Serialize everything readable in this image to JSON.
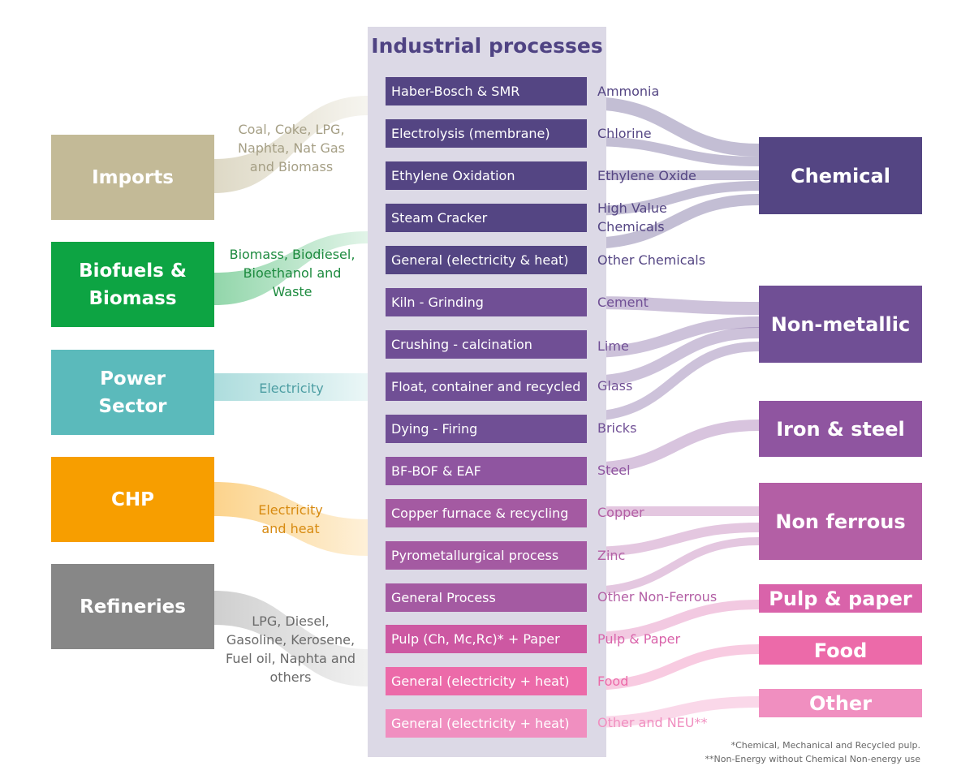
{
  "panel_title": "Industrial processes",
  "sources": [
    {
      "id": "imports",
      "label": "Imports",
      "color": "#c3ba97",
      "flow_label": "Coal, Coke, LPG, Naphta, Nat Gas and Biomass",
      "flow_label_color": "#a59f85"
    },
    {
      "id": "biofuels",
      "label": "Biofuels & Biomass",
      "color": "#0da443",
      "flow_label": "Biomass, Biodiesel, Bioethanol and Waste",
      "flow_label_color": "#1c8a3e"
    },
    {
      "id": "power",
      "label": "Power Sector",
      "color": "#5bbabb",
      "flow_label": "Electricity",
      "flow_label_color": "#4d9ea3"
    },
    {
      "id": "chp",
      "label": "CHP",
      "color": "#f79e00",
      "flow_label": "Electricity and heat",
      "flow_label_color": "#d78a10"
    },
    {
      "id": "refineries",
      "label": "Refineries",
      "color": "#878787",
      "flow_label": "LPG, Diesel, Gasoline, Kerosene, Fuel oil, Naphta and others",
      "flow_label_color": "#6a6a6a"
    }
  ],
  "processes": [
    {
      "label": "Haber-Bosch & SMR",
      "product": "Ammonia",
      "color": "#544583"
    },
    {
      "label": "Electrolysis (membrane)",
      "product": "Chlorine",
      "color": "#544583"
    },
    {
      "label": "Ethylene Oxidation",
      "product": "Ethylene Oxide",
      "color": "#544583"
    },
    {
      "label": "Steam Cracker",
      "product": "High Value Chemicals",
      "color": "#544583"
    },
    {
      "label": "General (electricity & heat)",
      "product": "Other Chemicals",
      "color": "#544583"
    },
    {
      "label": "Kiln - Grinding",
      "product": "Cement",
      "color": "#704f95"
    },
    {
      "label": "Crushing - calcination",
      "product": "Lime",
      "color": "#704f95"
    },
    {
      "label": "Float, container and recycled",
      "product": "Glass",
      "color": "#704f95"
    },
    {
      "label": "Dying - Firing",
      "product": "Bricks",
      "color": "#704f95"
    },
    {
      "label": "BF-BOF & EAF",
      "product": "Steel",
      "color": "#8f55a0"
    },
    {
      "label": "Copper furnace & recycling",
      "product": "Copper",
      "color": "#a45aa2"
    },
    {
      "label": "Pyrometallurgical process",
      "product": "Zinc",
      "color": "#a45aa2"
    },
    {
      "label": "General Process",
      "product": "Other Non-Ferrous",
      "color": "#a45aa2"
    },
    {
      "label": "Pulp (Ch, Mc,Rc)* + Paper",
      "product": "Pulp & Paper",
      "color": "#cd58a2"
    },
    {
      "label": "General (electricity + heat)",
      "product": "Food",
      "color": "#ec6aa9"
    },
    {
      "label": "General (electricity + heat)",
      "product": "Other and NEU**",
      "color": "#f08fc0"
    }
  ],
  "sectors": [
    {
      "id": "chemical",
      "label": "Chemical",
      "color": "#544583"
    },
    {
      "id": "nonmetallic",
      "label": "Non-metallic",
      "color": "#704f95"
    },
    {
      "id": "ironsteel",
      "label": "Iron & steel",
      "color": "#8f55a0"
    },
    {
      "id": "nonferrous",
      "label": "Non ferrous",
      "color": "#b35fa5"
    },
    {
      "id": "pulp",
      "label": "Pulp & paper",
      "color": "#d963aa"
    },
    {
      "id": "food",
      "label": "Food",
      "color": "#ec6aa9"
    },
    {
      "id": "other",
      "label": "Other",
      "color": "#f08fc0"
    }
  ],
  "footnotes": {
    "note1": "*Chemical, Mechanical and Recycled pulp.",
    "note2": "**Non-Energy without Chemical Non-energy use"
  }
}
